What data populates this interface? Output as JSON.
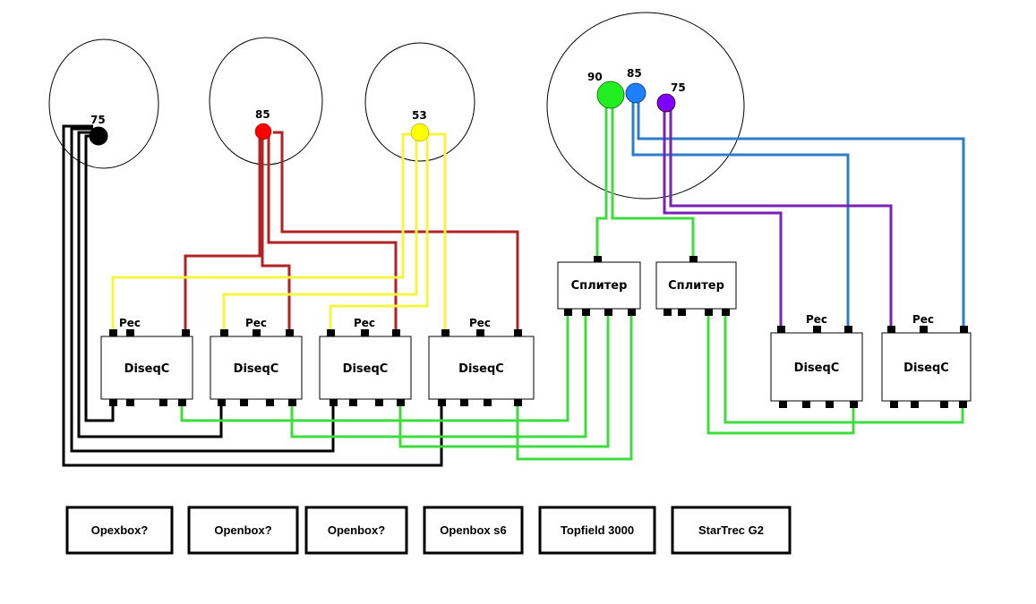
{
  "title": "Satellite dish DiSEqC wiring diagram",
  "colors": {
    "black": "#000000",
    "red": "#b22222",
    "yellow": "#f5f542",
    "green": "#3fdc3f",
    "blue": "#2b7fc8",
    "purple": "#7a22b8"
  },
  "dishes": [
    {
      "id": "dish1",
      "lnbs": [
        {
          "label": "75",
          "color": "#000000"
        }
      ]
    },
    {
      "id": "dish2",
      "lnbs": [
        {
          "label": "85",
          "color": "#ff0000"
        }
      ]
    },
    {
      "id": "dish3",
      "lnbs": [
        {
          "label": "53",
          "color": "#ffff00"
        }
      ]
    },
    {
      "id": "dish4",
      "lnbs": [
        {
          "label": "90",
          "color": "#22ee22"
        },
        {
          "label": "85",
          "color": "#1e7fff"
        },
        {
          "label": "75",
          "color": "#8000ff"
        }
      ]
    }
  ],
  "diseqc": [
    {
      "label": "DiseqC",
      "top_label": "Рес"
    },
    {
      "label": "DiseqC",
      "top_label": "Рес"
    },
    {
      "label": "DiseqC",
      "top_label": "Рес"
    },
    {
      "label": "DiseqC",
      "top_label": "Рес"
    },
    {
      "label": "DiseqC",
      "top_label": "Рес"
    },
    {
      "label": "DiseqC",
      "top_label": "Рес"
    }
  ],
  "splitters": [
    {
      "label": "Сплитер"
    },
    {
      "label": "Сплитер"
    }
  ],
  "receivers": [
    {
      "label": "Opexbox?"
    },
    {
      "label": "Openbox?"
    },
    {
      "label": "Openbox?"
    },
    {
      "label": "Openbox s6"
    },
    {
      "label": "Topfield 3000"
    },
    {
      "label": "StarTrec G2"
    }
  ]
}
